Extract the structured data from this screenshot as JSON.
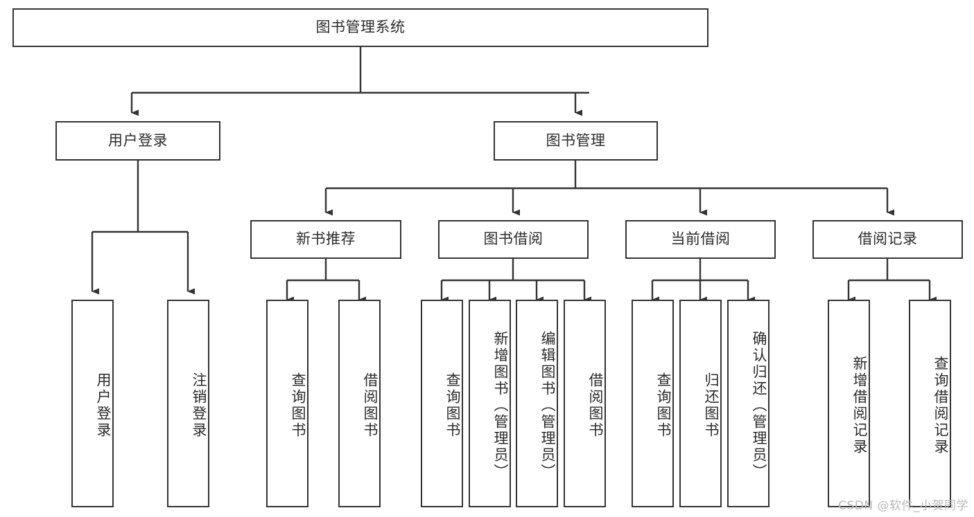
{
  "diagram": {
    "title": "图书管理系统",
    "type": "hierarchy-tree",
    "colors": {
      "background": "#ffffff",
      "box_border": "#333333",
      "box_fill": "#ffffff",
      "text": "#2b2b2b",
      "edge": "#333333",
      "watermark": "#b9b9b9"
    },
    "root": {
      "label": "图书管理系统"
    },
    "level2": [
      {
        "label": "用户登录"
      },
      {
        "label": "图书管理"
      }
    ],
    "level3": [
      {
        "label": "新书推荐"
      },
      {
        "label": "图书借阅"
      },
      {
        "label": "当前借阅"
      },
      {
        "label": "借阅记录"
      }
    ],
    "leaves": [
      {
        "label": "用户登录",
        "parent": "用户登录"
      },
      {
        "label": "注销登录",
        "parent": "用户登录"
      },
      {
        "label": "查询图书",
        "parent": "新书推荐"
      },
      {
        "label": "借阅图书",
        "parent": "新书推荐"
      },
      {
        "label": "查询图书",
        "parent": "图书借阅"
      },
      {
        "label": "新增图书（管理员）",
        "parent": "图书借阅"
      },
      {
        "label": "编辑图书（管理员）",
        "parent": "图书借阅"
      },
      {
        "label": "借阅图书",
        "parent": "图书借阅"
      },
      {
        "label": "查询图书",
        "parent": "当前借阅"
      },
      {
        "label": "归还图书",
        "parent": "当前借阅"
      },
      {
        "label": "确认归还（管理员）",
        "parent": "当前借阅"
      },
      {
        "label": "新增借阅记录",
        "parent": "借阅记录"
      },
      {
        "label": "查询借阅记录",
        "parent": "借阅记录"
      }
    ],
    "watermark": "CSDN @软件_小贺同学"
  }
}
